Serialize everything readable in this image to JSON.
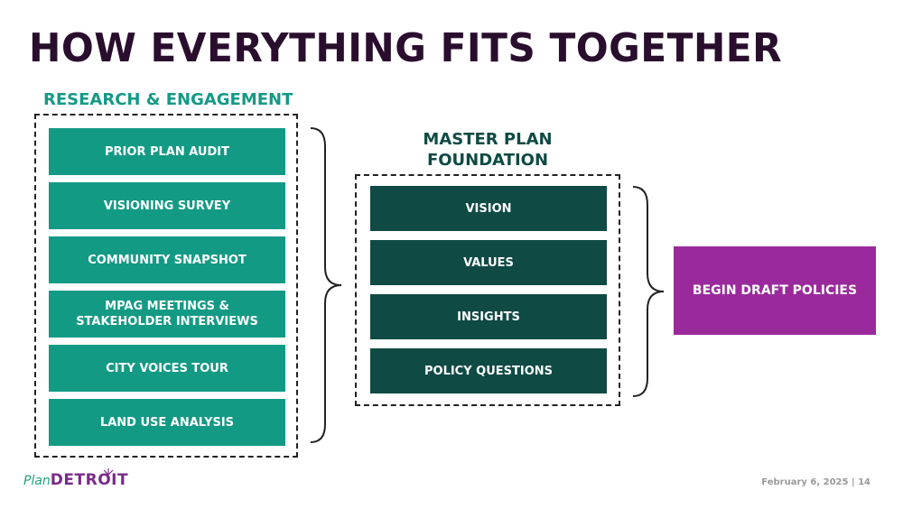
{
  "slide": {
    "title": "HOW EVERYTHING FITS TOGETHER"
  },
  "research": {
    "label": "RESEARCH & ENGAGEMENT",
    "items": [
      "PRIOR PLAN AUDIT",
      "VISIONING SURVEY",
      "COMMUNITY SNAPSHOT",
      "MPAG MEETINGS & STAKEHOLDER INTERVIEWS",
      "CITY VOICES TOUR",
      "LAND USE ANALYSIS"
    ]
  },
  "foundation": {
    "label": "MASTER PLAN FOUNDATION",
    "items": [
      "VISION",
      "VALUES",
      "INSIGHTS",
      "POLICY QUESTIONS"
    ]
  },
  "outcome": {
    "label": "BEGIN DRAFT POLICIES"
  },
  "logo": {
    "plan": "Plan",
    "detroit": "DETROIT"
  },
  "footer": {
    "text": "February 6, 2025 | 14"
  },
  "colors": {
    "title": "#2a0e2e",
    "teal": "#139a85",
    "dark_teal": "#0f4a44",
    "purple": "#9a2a9c"
  }
}
